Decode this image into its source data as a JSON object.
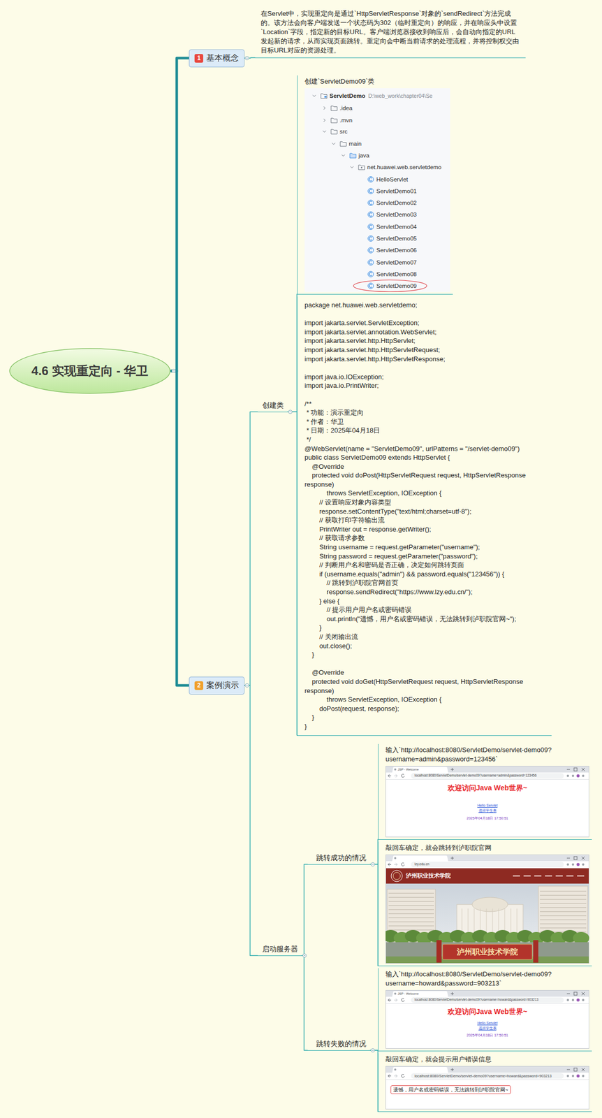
{
  "diagram": {
    "nodes": [
      {
        "text": [
          "4.6 实现重定向 - 华卫"
        ]
      },
      {
        "text": [
          "1",
          "基本概念"
        ]
      },
      {
        "text": [
          "在Servlet中，实现重定向是通过`HttpServletResponse`对象的`sendRedirect`方法完成的。该方法会向客户端发送一个状态码为302（临时重定向）的响应，并在响应头中设置`Location`字段，指定新的目标URL。客户端浏览器接收到响应后，会自动向指定的URL发起新的请求，从而实现页面跳转。重定向会中断当前请求的处理流程，并将控制权交由目标URL对应的资源处理。"
        ]
      },
      {
        "text": [
          "2",
          "案例演示"
        ]
      },
      {
        "text": [
          "创建类"
        ]
      },
      {
        "text": [
          "创建`ServletDemo09`类"
        ]
      },
      {
        "text": [
          "package net.huawei.web.servletdemo;",
          "import jakarta.servlet.ServletException;",
          "import jakarta.servlet.annotation.WebServlet;",
          "import jakarta.servlet.http.HttpServlet;",
          "import jakarta.servlet.http.HttpServletRequest;",
          "import jakarta.servlet.http.HttpServletResponse;",
          "import java.io.IOException;",
          "import java.io.PrintWriter;",
          "/**",
          " * 功能：演示重定向",
          " * 作者：华卫",
          " * 日期：2025年04月18日",
          " */",
          "@WebServlet(name = \"ServletDemo09\", urlPatterns = \"/servlet-demo09\")",
          "public class ServletDemo09 extends HttpServlet {",
          "    @Override",
          "    protected void doPost(HttpServletRequest request, HttpServletResponse response)",
          "            throws ServletException, IOException {",
          "        // 设置响应对象内容类型",
          "        response.setContentType(\"text/html;charset=utf-8\");",
          "        // 获取打印字符输出流",
          "        PrintWriter out = response.getWriter();",
          "        // 获取请求参数",
          "        String username = request.getParameter(\"username\");",
          "        String password = request.getParameter(\"password\");",
          "        // 判断用户名和密码是否正确，决定如何跳转页面",
          "        if (username.equals(\"admin\") && password.equals(\"123456\")) {",
          "            // 跳转到泸职院官网首页",
          "            response.sendRedirect(\"https://www.lzy.edu.cn/\");",
          "        } else {",
          "            // 提示用户用户名或密码错误",
          "            out.println(\"遗憾，用户名或密码错误，无法跳转到泸职院官网~\");",
          "        }",
          "        // 关闭输出流",
          "        out.close();",
          "    }",
          "    @Override",
          "    protected void doGet(HttpServletRequest request, HttpServletResponse response)",
          "            throws ServletException, IOException {",
          "        doPost(request, response);",
          "    }",
          "}"
        ]
      },
      {
        "text": [
          "启动服务器"
        ]
      },
      {
        "text": [
          "跳转成功的情况"
        ]
      },
      {
        "text": [
          "输入`http://localhost:8080/ServletDemo/servlet-demo09?username=admin&password=123456`"
        ]
      },
      {
        "text": [
          "敲回车确定，就会跳转到泸职院官网"
        ]
      },
      {
        "text": [
          "跳转失败的情况"
        ]
      },
      {
        "text": [
          "输入`http://localhost:8080/ServletDemo/servlet-demo09?username=howard&password=903213`"
        ]
      },
      {
        "text": [
          "敲回车确定，就会提示用户错误信息"
        ]
      }
    ],
    "edges": [
      {
        "from": 0,
        "to": 1,
        "arrow": "none"
      },
      {
        "from": 0,
        "to": 3,
        "arrow": "none"
      },
      {
        "from": 1,
        "to": 2,
        "arrow": "none"
      },
      {
        "from": 3,
        "to": 4,
        "arrow": "none"
      },
      {
        "from": 3,
        "to": 7,
        "arrow": "none"
      },
      {
        "from": 4,
        "to": 5,
        "arrow": "none"
      },
      {
        "from": 4,
        "to": 6,
        "arrow": "none"
      },
      {
        "from": 7,
        "to": 8,
        "arrow": "none"
      },
      {
        "from": 7,
        "to": 11,
        "arrow": "none"
      },
      {
        "from": 8,
        "to": 9,
        "arrow": "none"
      },
      {
        "from": 8,
        "to": 10,
        "arrow": "none"
      },
      {
        "from": 11,
        "to": 12,
        "arrow": "none"
      },
      {
        "from": 11,
        "to": 13,
        "arrow": "none"
      }
    ],
    "labels": [
      "ServletDemo",
      "D:\\web_work\\chapter04\\Se",
      ".idea",
      ".mvn",
      "src",
      "main",
      "java",
      "net.huawei.web.servletdemo",
      "HelloServlet",
      "ServletDemo01",
      "ServletDemo02",
      "ServletDemo03",
      "ServletDemo04",
      "ServletDemo05",
      "ServletDemo06",
      "ServletDemo07",
      "ServletDemo08",
      "ServletDemo09",
      "JSP - Welcome",
      "localhost:8080/ServletDemo/servlet-demo09?username=admin&password=123456",
      "欢迎访问Java Web世界~",
      "Hello Servlet",
      "选择学生表",
      "2025年04月18日 17:50:51",
      "lzy.edu.cn",
      "泸州职业技术学院",
      "泸州职业技术学院",
      "JSP - Welcome",
      "localhost:8080/ServletDemo/servlet-demo09?username=howard&password=903213",
      "欢迎访问Java Web世界~",
      "Hello Servlet",
      "选择学生表",
      "2025年04月18日 17:50:51",
      "localhost:8080/ServletDemo/servlet-demo09?username=howard&password=903213",
      "遗憾，用户名或密码错误，无法跳转到泸职院官网~"
    ]
  }
}
